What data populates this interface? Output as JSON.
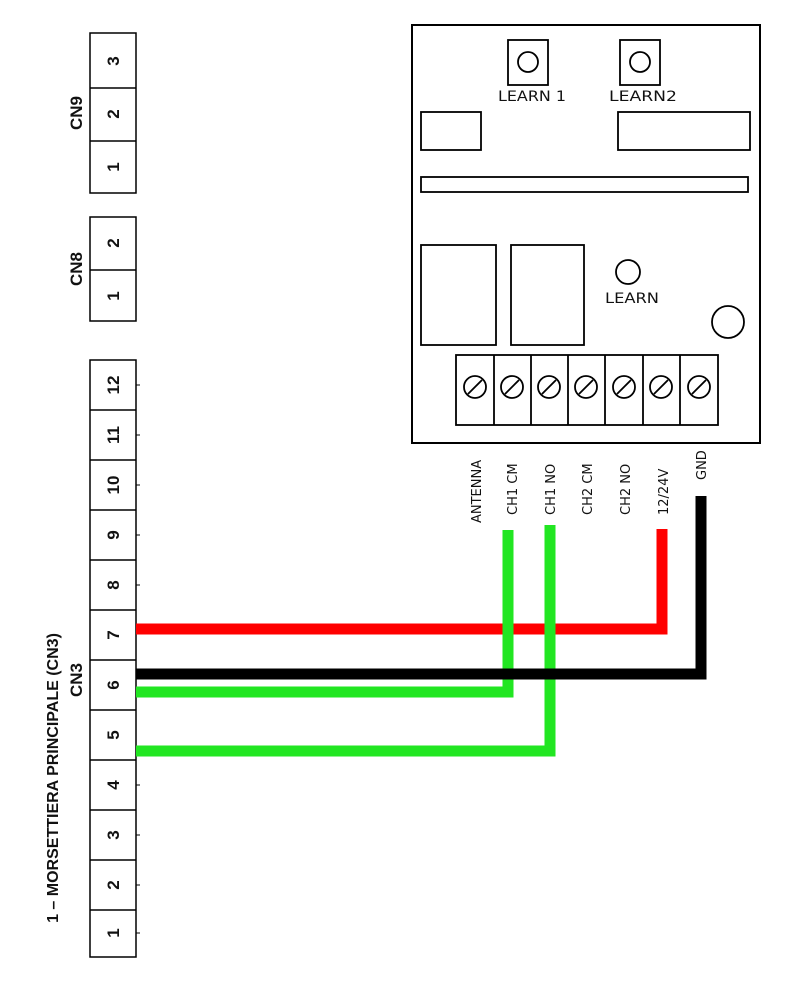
{
  "cn9": {
    "label": "CN9",
    "pins": [
      "1",
      "2",
      "3"
    ]
  },
  "cn8": {
    "label": "CN8",
    "pins": [
      "1",
      "2"
    ]
  },
  "cn3": {
    "label": "CN3",
    "caption": "1 – MORSETTIERA PRINCIPALE (CN3)",
    "pins": [
      "1",
      "2",
      "3",
      "4",
      "5",
      "6",
      "7",
      "8",
      "9",
      "10",
      "11",
      "12"
    ]
  },
  "receiver": {
    "learn1_label": "LEARN 1",
    "learn2_label": "LEARN2",
    "learn_label": "LEARN",
    "terminals": [
      "ANTENNA",
      "CH1 CM",
      "CH1 NO",
      "CH2 CM",
      "CH2 NO",
      "12/24V",
      "GND"
    ]
  },
  "wires": [
    {
      "from_terminal": "12/24V",
      "to_pin": "7",
      "color": "#ff0000"
    },
    {
      "from_terminal": "GND",
      "to_pin": "6",
      "color": "#000000"
    },
    {
      "from_terminal": "CH1 CM",
      "to_pin": "6",
      "color": "#22e622"
    },
    {
      "from_terminal": "CH1 NO",
      "to_pin": "5",
      "color": "#22e622"
    }
  ]
}
